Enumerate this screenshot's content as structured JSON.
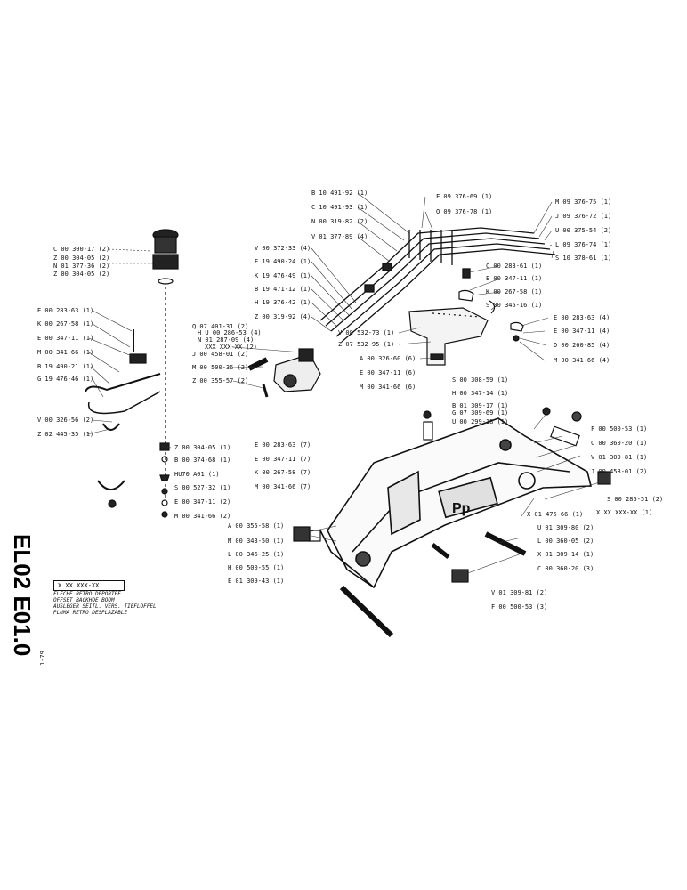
{
  "document_code": "EL02 E01.0",
  "document_date": "1-79",
  "part_number_box": "X XX XXX-XX",
  "titles": [
    "FLECHE RETRO DEPORTEE",
    "OFFSET BACKHOE BOOM",
    "AUSLEGER SEITL. VERS. TIEFLOFFEL",
    "PLUMA RETRO DESPLAZABLE"
  ],
  "callouts": {
    "left_top": [
      "C 00 300-17 (2)",
      "Z 00 304-05 (2)",
      "N 01 377-36 (2)",
      "Z 00 304-05 (2)"
    ],
    "left_mid": [
      "E 00 283-63 (1)",
      "K 00 267-58 (1)",
      "E 00 347-11 (1)",
      "M 00 341-66 (1)",
      "B 19 490-21 (1)",
      "G 19 476-46 (1)"
    ],
    "left_low": [
      "V 00 326-56 (2)",
      "Z 02 445-35 (1)"
    ],
    "center_col": [
      "Z 00 304-05 (1)",
      "B 00 374-68 (1)",
      "HU70 A01 (1)",
      "S 00 527-32 (1)",
      "E 00 347-11 (2)",
      "M 00 341-66 (2)"
    ],
    "bracket": [
      "Q 07 401-31 (2)",
      "H U 00 286-53 (4)",
      "N 01 287-09 (4)",
      "XXX XXX-XX (2)",
      "J 00 458-01 (2)",
      "M 00 500-36 (2)",
      "Z 00 355-57 (2)"
    ],
    "hose_left": [
      "V 00 372-33 (4)",
      "E 19 490-24 (1)",
      "K 19 476-49 (1)",
      "B 19 471-12 (1)",
      "H 19 376-42 (1)",
      "Z 00 319-92 (4)"
    ],
    "hose_top": [
      "B 10 491-92 (1)",
      "C 10 491-93 (1)",
      "N 00 319-82 (2)",
      "V 01 377-89 (4)"
    ],
    "hose_top_mid": [
      "F 09 376-69 (1)",
      "Q 09 376-78 (1)"
    ],
    "hose_right": [
      "M 09 376-75 (1)",
      "J 09 376-72 (1)",
      "U 00 375-54 (2)",
      "L 09 376-74 (1)",
      "S 10 378-61 (1)"
    ],
    "clamp_right": [
      "C 00 283-61 (1)",
      "E 00 347-11 (1)",
      "K 00 267-58 (1)",
      "S 00 345-16 (1)"
    ],
    "clamp_far_right": [
      "E 00 283-63 (4)",
      "E 00 347-11 (4)",
      "D 00 260-85 (4)",
      "M 00 341-66 (4)"
    ],
    "bracket_center": [
      "V 08 532-73 (1)",
      "Z 07 532-95 (1)",
      "A 00 326-60 (6)",
      "E 00 347-11 (6)",
      "M 00 341-66 (6)"
    ],
    "boom_top": [
      "S 00 308-59 (1)",
      "H 00 347-14 (1)",
      "B 01 309-17 (1)",
      "G 07 309-69 (1)",
      "U 00 299-18 (1)"
    ],
    "boom_mid_left": [
      "E 00 283-63 (7)",
      "E 00 347-11 (7)",
      "K 00 267-58 (7)",
      "M 00 341-66 (7)"
    ],
    "boom_right": [
      "F 00 500-53 (1)",
      "C 00 360-20 (1)",
      "V 01 309-81 (1)",
      "J 00 458-01 (2)",
      "S 00 285-51 (2)",
      "X XX XXX-XX (1)"
    ],
    "boom_bottom_left": [
      "A 00 355-58 (1)",
      "M 00 343-50 (1)",
      "L 00 346-25 (1)",
      "H 00 500-55 (1)",
      "E 01 309-43 (1)"
    ],
    "boom_bottom_right": [
      "X 01 475-66 (1)",
      "U 01 309-80 (2)",
      "L 00 360-05 (2)",
      "X 01 309-14 (1)",
      "C 00 360-20 (3)",
      "V 01 309-81 (2)",
      "F 00 500-53 (3)"
    ]
  }
}
